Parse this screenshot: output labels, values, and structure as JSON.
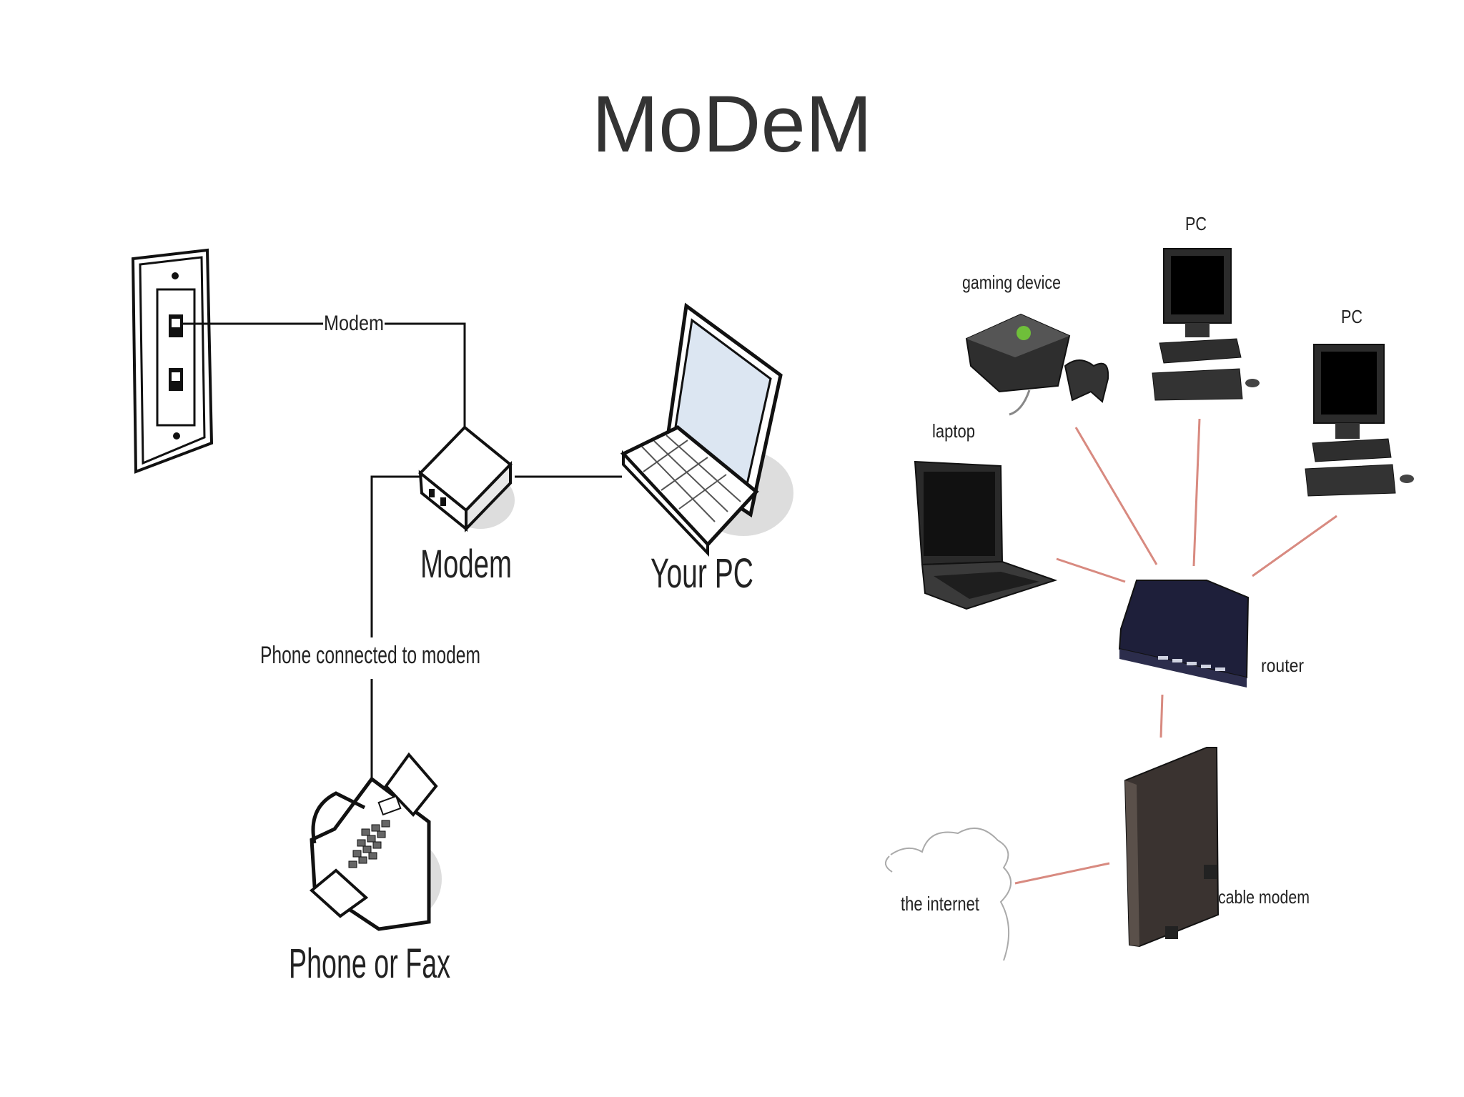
{
  "slide": {
    "title": "MoDeM"
  },
  "left_diagram": {
    "line_label_modem": "Modem",
    "modem_label": "Modem",
    "pc_label": "Your PC",
    "phone_line_label": "Phone connected to modem",
    "phone_label": "Phone or Fax"
  },
  "right_diagram": {
    "pc_top_label": "PC",
    "pc_right_label": "PC",
    "gaming_label": "gaming device",
    "laptop_label": "laptop",
    "router_label": "router",
    "internet_label": "the internet",
    "cable_modem_label": "cable modem",
    "link_color": "#d88a80"
  }
}
